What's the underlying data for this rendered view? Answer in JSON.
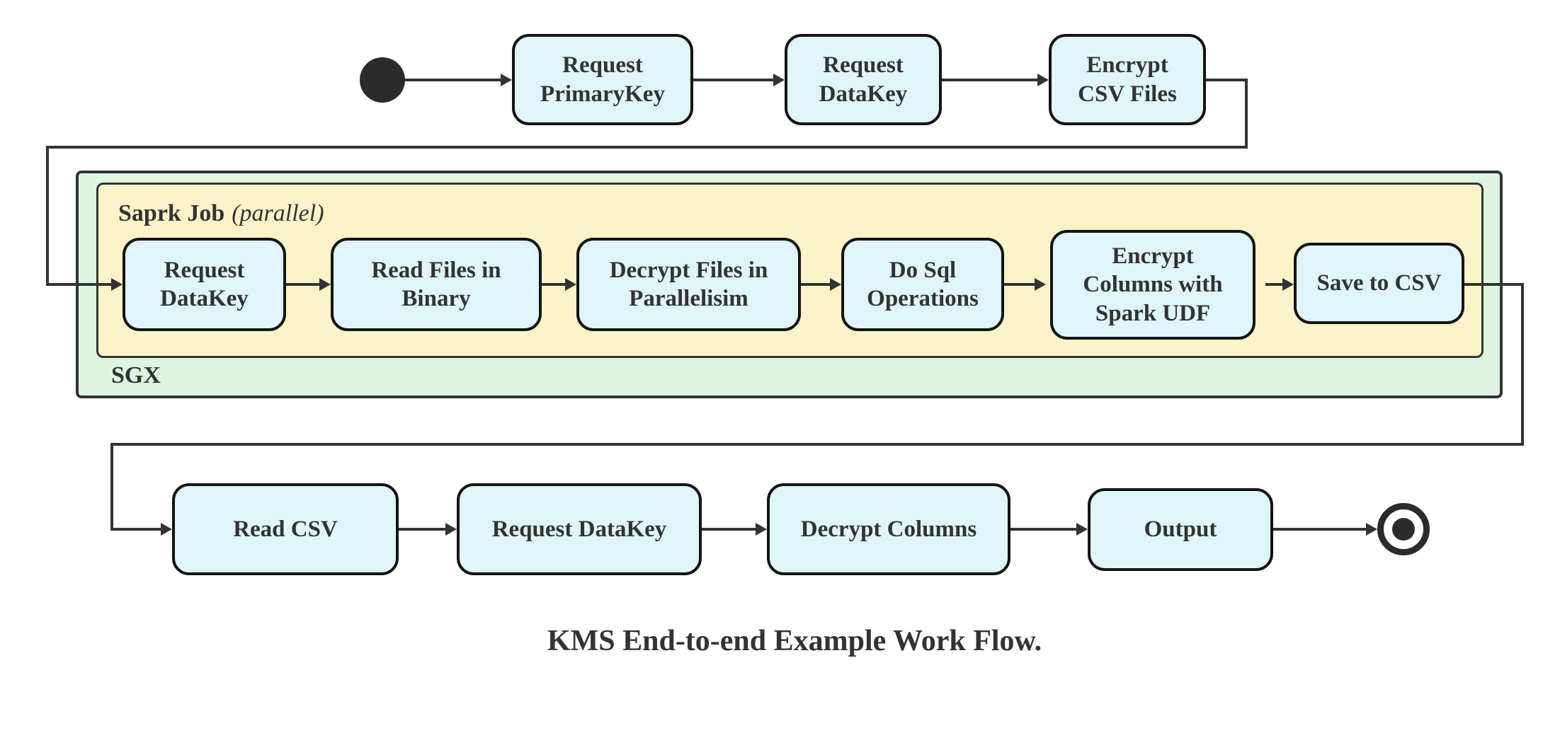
{
  "diagram": {
    "caption": "KMS End-to-end Example Work Flow.",
    "colors": {
      "state_fill": "#e0f5fa",
      "state_border": "#141414",
      "sgx_container_fill": "#ddf5e0",
      "spark_container_fill": "#fbf3c8",
      "edge": "#333333",
      "text": "#333333",
      "background": "#ffffff"
    },
    "top_row": {
      "nodes": [
        {
          "label": "Request PrimaryKey"
        },
        {
          "label": "Request DataKey"
        },
        {
          "label": "Encrypt CSV Files"
        }
      ]
    },
    "sgx_container": {
      "label": "SGX",
      "spark_container": {
        "label_bold": "Saprk Job",
        "label_italic": "(parallel)",
        "nodes": [
          {
            "label": "Request DataKey"
          },
          {
            "label": "Read Files in Binary"
          },
          {
            "label": "Decrypt Files in Parallelisim"
          },
          {
            "label": "Do Sql Operations"
          },
          {
            "label": "Encrypt Columns with Spark UDF"
          },
          {
            "label": "Save to CSV"
          }
        ]
      }
    },
    "bottom_row": {
      "nodes": [
        {
          "label": "Read CSV"
        },
        {
          "label": "Request DataKey"
        },
        {
          "label": "Decrypt Columns"
        },
        {
          "label": "Output"
        }
      ]
    }
  }
}
